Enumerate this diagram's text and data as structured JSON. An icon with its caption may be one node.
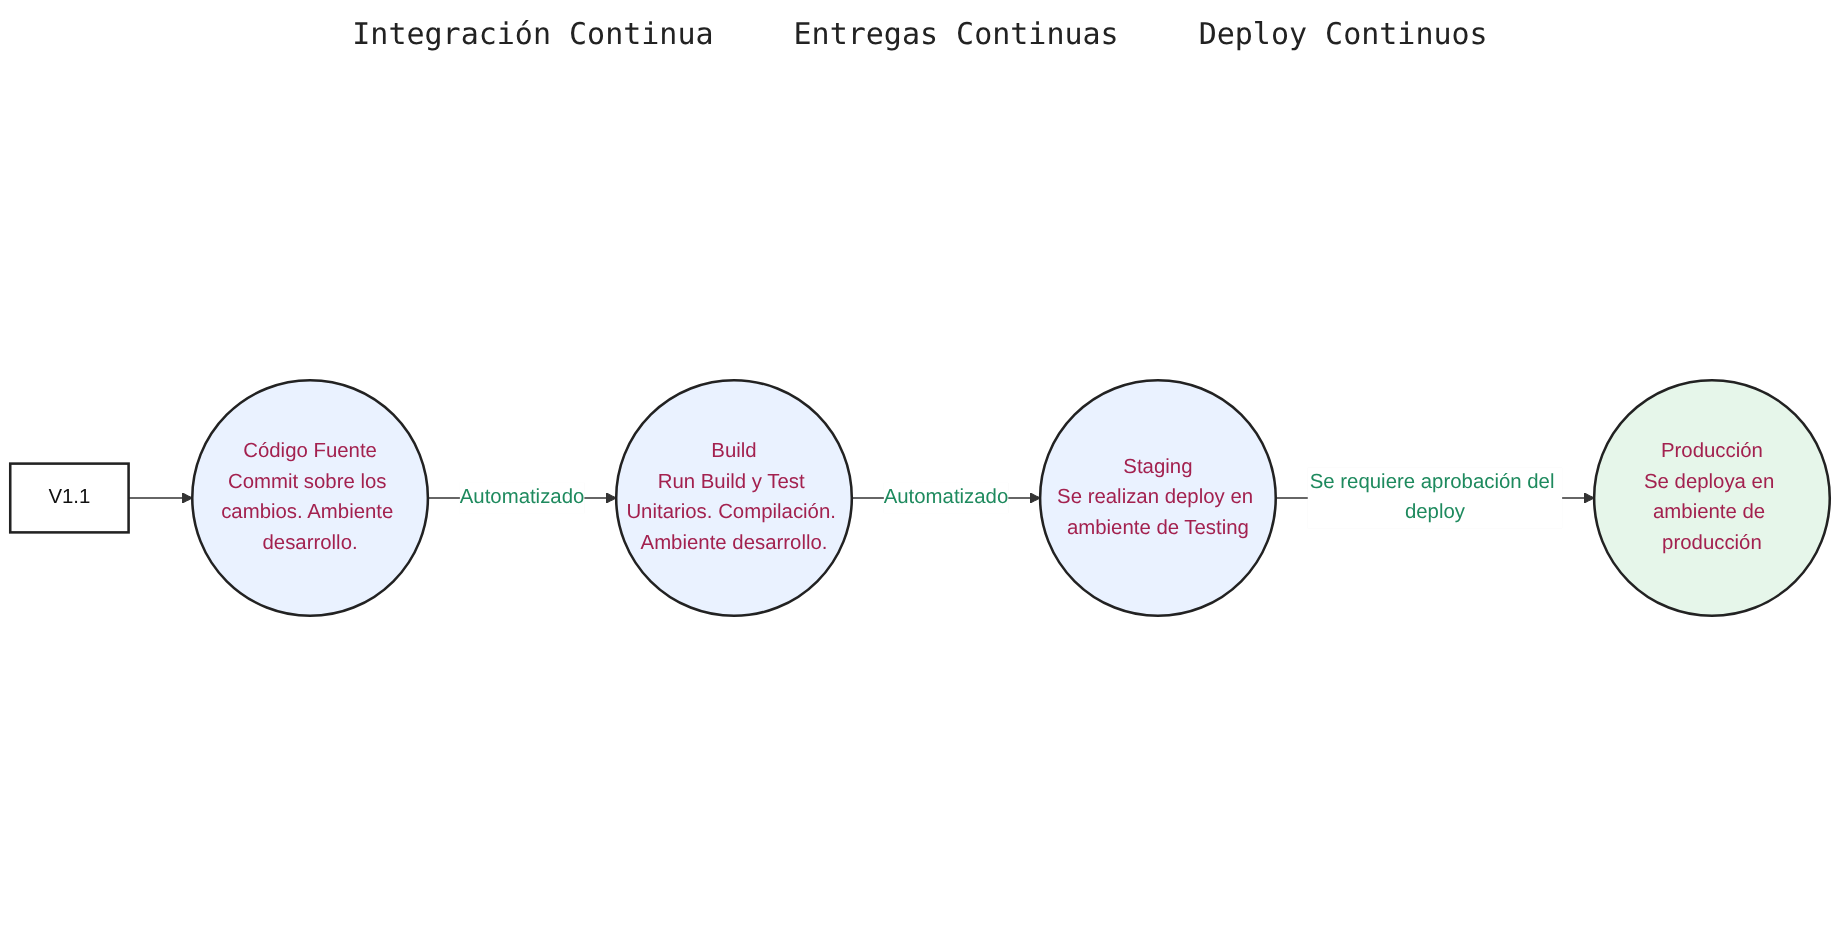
{
  "diagram": {
    "nodes": [
      {
        "text": [
          "V1.1"
        ]
      },
      {
        "text": [
          "Código Fuente",
          "Commit sobre los cambios. Ambiente desarrollo."
        ]
      },
      {
        "text": [
          "Build",
          "Run Build y Test Unitarios. Compilación. Ambiente desarrollo."
        ]
      },
      {
        "text": [
          "Staging",
          "Se realizan deploy en ambiente de Testing"
        ]
      },
      {
        "text": [
          "Producción",
          "Se deploya en ambiente de producción"
        ]
      }
    ],
    "edges": [
      {
        "from": 0,
        "to": 1,
        "arrow": "to"
      },
      {
        "from": 1,
        "to": 2,
        "arrow": "to",
        "label": "Automatizado"
      },
      {
        "from": 2,
        "to": 3,
        "arrow": "to",
        "label": "Automatizado"
      },
      {
        "from": 3,
        "to": 4,
        "arrow": "to",
        "label": "Se requiere aprobación del deploy"
      }
    ],
    "labels": [
      "Integración Continua",
      "Entregas Continuas",
      "Deploy Continuos"
    ]
  }
}
